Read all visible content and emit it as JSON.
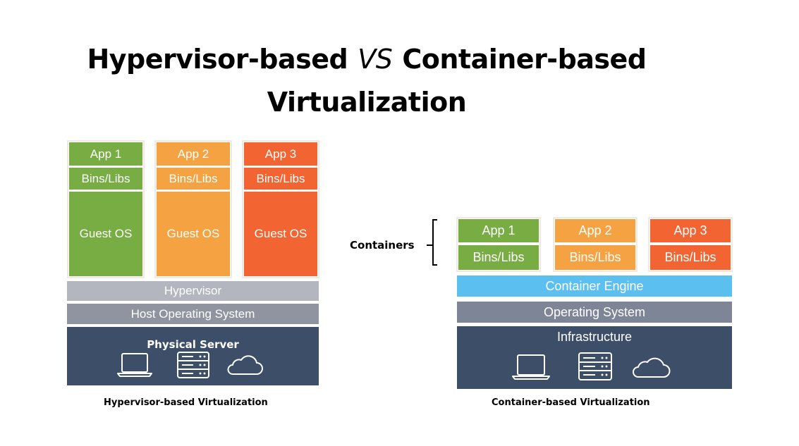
{
  "title": {
    "line1_left": "Hypervisor-based",
    "vs": "VS",
    "line1_right": "Container-based",
    "line2": "Virtualization"
  },
  "hypervisor_diagram": {
    "apps": [
      {
        "app": "App 1",
        "bins": "Bins/Libs",
        "os": "Guest OS",
        "color": "#77ad43"
      },
      {
        "app": "App 2",
        "bins": "Bins/Libs",
        "os": "Guest OS",
        "color": "#f5a242"
      },
      {
        "app": "App 3",
        "bins": "Bins/Libs",
        "os": "Guest OS",
        "color": "#f26431"
      }
    ],
    "hypervisor_label": "Hypervisor",
    "host_os_label": "Host Operating System",
    "physical_server_label": "Physical Server",
    "icons": [
      "laptop-icon",
      "server-rack-icon",
      "cloud-icon"
    ],
    "caption": "Hypervisor-based Virtualization"
  },
  "container_diagram": {
    "containers_label": "Containers",
    "apps": [
      {
        "app": "App 1",
        "bins": "Bins/Libs",
        "color": "#77ad43"
      },
      {
        "app": "App 2",
        "bins": "Bins/Libs",
        "color": "#f5a242"
      },
      {
        "app": "App 3",
        "bins": "Bins/Libs",
        "color": "#f26431"
      }
    ],
    "engine_label": "Container Engine",
    "os_label": "Operating System",
    "infrastructure_label": "Infrastructure",
    "icons": [
      "laptop-icon",
      "server-rack-icon",
      "cloud-icon"
    ],
    "caption": "Container-based Virtualization"
  },
  "colors": {
    "green": "#77ad43",
    "orange": "#f5a242",
    "red": "#f26431",
    "hypervisor": "#b3b5bf",
    "host_os": "#9094a0",
    "server": "#3d4e68",
    "engine": "#5bc0ef",
    "os": "#7e8596"
  }
}
